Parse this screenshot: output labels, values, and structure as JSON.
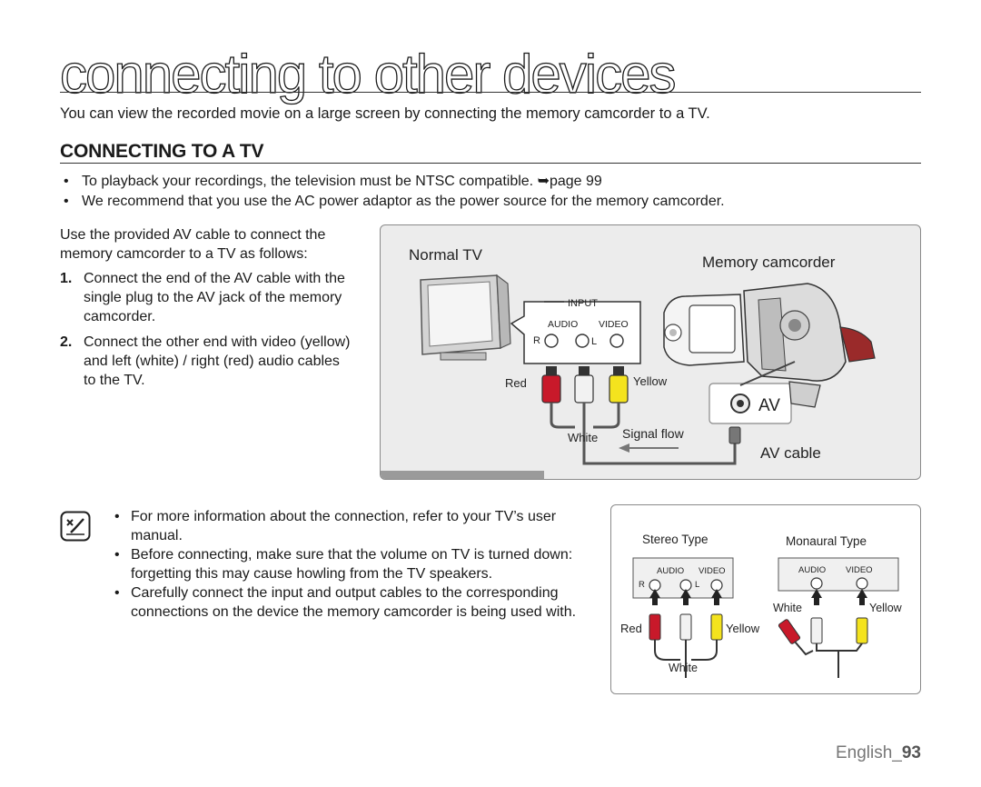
{
  "page": {
    "title": "connecting to other devices",
    "intro": "You can view the recorded movie on a large screen by connecting the memory camcorder to a TV.",
    "section_heading": "CONNECTING TO A TV",
    "bullets": [
      "To playback your recordings, the television must be NTSC compatible. ➥page 99",
      "We recommend that you use the AC power adaptor as the power source for the memory camcorder."
    ],
    "lead": "Use the provided AV cable to connect the memory camcorder to a TV as follows:",
    "steps": [
      {
        "num": "1.",
        "text": "Connect the end of the AV cable with the single plug to the AV jack of the memory camcorder."
      },
      {
        "num": "2.",
        "text": "Connect the other end with video (yellow) and left (white) / right (red) audio cables to the TV."
      }
    ],
    "notes": [
      "For more information about the connection, refer to your TV’s user manual.",
      "Before connecting, make sure that the volume on TV is turned down: forgetting this may cause howling from the TV speakers.",
      "Carefully connect the input and output cables to the corresponding connections on the device the memory camcorder is being used with."
    ],
    "footer_lang": "English_",
    "footer_page": "93"
  },
  "diagram": {
    "normal_tv": "Normal TV",
    "memory_camcorder": "Memory camcorder",
    "input": "INPUT",
    "audio": "AUDIO",
    "video": "VIDEO",
    "r": "R",
    "l": "L",
    "red": "Red",
    "yellow": "Yellow",
    "white": "White",
    "signal_flow": "Signal flow",
    "av": "AV",
    "av_cable": "AV cable"
  },
  "types": {
    "stereo": "Stereo Type",
    "monaural": "Monaural Type",
    "audio": "AUDIO",
    "video": "VIDEO",
    "r": "R",
    "l": "L",
    "red": "Red",
    "yellow": "Yellow",
    "white": "White"
  },
  "colors": {
    "plug_red": "#c8192a",
    "plug_white": "#f2f2f2",
    "plug_yellow": "#f4e31e",
    "panel_bg": "#ececec"
  },
  "icons": [
    "note-check-icon",
    "tv-icon",
    "camcorder-icon",
    "arrow-right-icon"
  ]
}
